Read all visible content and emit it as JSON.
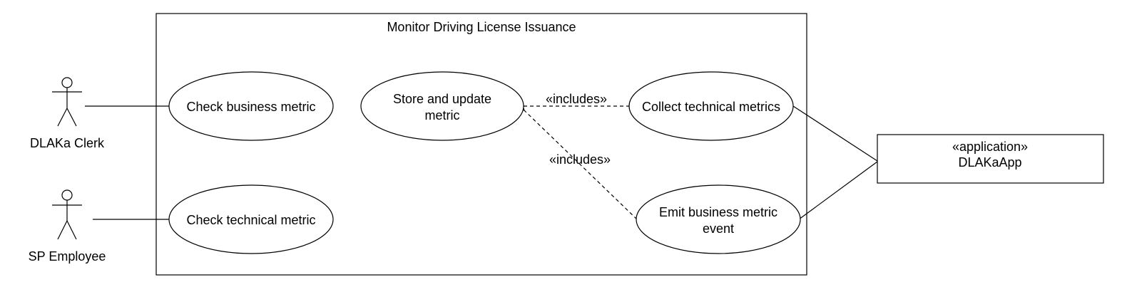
{
  "system": {
    "title": "Monitor Driving License Issuance"
  },
  "actors": {
    "clerk": "DLAKa Clerk",
    "employee": "SP Employee"
  },
  "use_cases": {
    "check_business": "Check business metric",
    "check_technical": "Check technical metric",
    "store_update": [
      "Store and update",
      "metric"
    ],
    "collect_technical": "Collect technical metrics",
    "emit_business": [
      "Emit business metric",
      "event"
    ]
  },
  "relations": {
    "include_1": "«includes»",
    "include_2": "«includes»"
  },
  "application": {
    "stereotype": "«application»",
    "name": "DLAKaApp"
  },
  "colors": {
    "stroke": "#000000",
    "fill": "#ffffff"
  }
}
